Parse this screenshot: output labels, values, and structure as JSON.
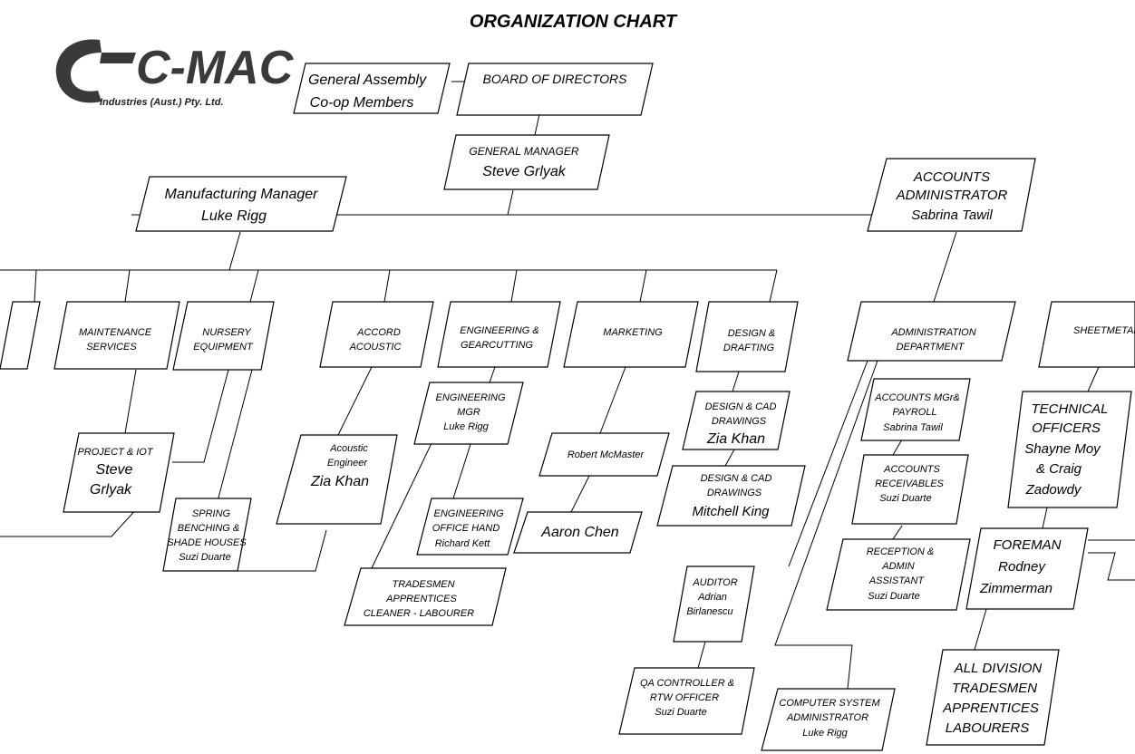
{
  "title": "ORGANIZATION CHART",
  "logo": {
    "mark": "C-MAC",
    "subtitle": "Industries (Aust.) Pty. Ltd."
  },
  "nodes": {
    "general_assembly": [
      "General Assembly",
      "Co-op Members"
    ],
    "board": [
      "BOARD OF DIRECTORS"
    ],
    "general_manager": [
      "GENERAL MANAGER",
      "Steve Grlyak"
    ],
    "manufacturing_manager": [
      "Manufacturing Manager",
      "Luke Rigg"
    ],
    "accounts_administrator": [
      "ACCOUNTS",
      "ADMINISTRATOR",
      "Sabrina Tawil"
    ],
    "maintenance": [
      "MAINTENANCE",
      "SERVICES"
    ],
    "nursery": [
      "NURSERY",
      "EQUIPMENT"
    ],
    "accord": [
      "ACCORD",
      "ACOUSTIC"
    ],
    "engineering": [
      "ENGINEERING &",
      "GEARCUTTING"
    ],
    "marketing": [
      "MARKETING"
    ],
    "design": [
      "DESIGN &",
      "DRAFTING"
    ],
    "admin_dept": [
      "ADMINISTRATION",
      "DEPARTMENT"
    ],
    "sheetmetal": [
      "SHEETMETAL"
    ],
    "project_iot": [
      "PROJECT & IOT",
      "Steve",
      "Grlyak"
    ],
    "spring_benching": [
      "SPRING",
      "BENCHING &",
      "SHADE HOUSES",
      "Suzi Duarte"
    ],
    "acoustic_engineer": [
      "Acoustic",
      "Engineer",
      "Zia Khan"
    ],
    "engineering_mgr": [
      "ENGINEERING",
      "MGR",
      "Luke Rigg"
    ],
    "engineering_office": [
      "ENGINEERING",
      "OFFICE HAND",
      "Richard Kett"
    ],
    "tradesmen": [
      "TRADESMEN",
      "APPRENTICES",
      "CLEANER - LABOURER"
    ],
    "robert": [
      "Robert McMaster"
    ],
    "aaron": [
      "Aaron Chen"
    ],
    "design_cad_zia": [
      "DESIGN & CAD",
      "DRAWINGS",
      "Zia Khan"
    ],
    "design_cad_mitchell": [
      "DESIGN & CAD",
      "DRAWINGS",
      "Mitchell King"
    ],
    "accounts_mgr": [
      "ACCOUNTS MGr&",
      "PAYROLL",
      "Sabrina Tawil"
    ],
    "accounts_receivables": [
      "ACCOUNTS",
      "RECEIVABLES",
      "Suzi Duarte"
    ],
    "reception": [
      "RECEPTION &",
      "ADMIN",
      "ASSISTANT",
      "Suzi Duarte"
    ],
    "auditor": [
      "AUDITOR",
      "Adrian",
      "Birlanescu"
    ],
    "qa_controller": [
      "QA CONTROLLER &",
      "RTW OFFICER",
      "Suzi Duarte"
    ],
    "computer_admin": [
      "COMPUTER SYSTEM",
      "ADMINISTRATOR",
      "Luke Rigg"
    ],
    "technical_officers": [
      "TECHNICAL",
      "OFFICERS",
      "Shayne Moy",
      "& Craig",
      "Zadowdy"
    ],
    "foreman": [
      "FOREMAN",
      "Rodney",
      "Zimmerman"
    ],
    "all_division": [
      "ALL DIVISION",
      "TRADESMEN",
      "APPRENTICES",
      "LABOURERS"
    ]
  }
}
